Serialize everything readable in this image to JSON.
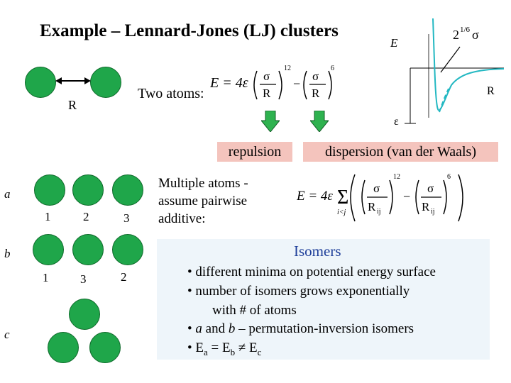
{
  "title": "Example – Lennard-Jones (LJ) clusters",
  "two_atoms": {
    "distance_label": "R",
    "label": "Two atoms:"
  },
  "formula_pair": {
    "lhs": "E = 4ε",
    "sigma": "σ",
    "r": "R",
    "exp_rep": "12",
    "exp_disp": "6"
  },
  "potential_plot": {
    "y_label": "E",
    "x_label": "R",
    "min_label": "ε",
    "zero_label_base": "2",
    "zero_label_exp": "1/6",
    "zero_label_sigma": "σ"
  },
  "terms": {
    "repulsion": "repulsion",
    "dispersion": "dispersion (van der Waals)"
  },
  "clusters": {
    "a": {
      "label": "a",
      "numbers": [
        "1",
        "2",
        "3"
      ]
    },
    "b": {
      "label": "b",
      "numbers": [
        "1",
        "3",
        "2"
      ]
    },
    "c": {
      "label": "c"
    }
  },
  "multiple_atoms_text": [
    "Multiple atoms -",
    "assume pairwise",
    "additive:"
  ],
  "formula_many": {
    "lhs": "E = 4ε",
    "sum_index": "i<j",
    "sigma": "σ",
    "r": "R",
    "r_sub": "ij",
    "exp_rep": "12",
    "exp_disp": "6"
  },
  "isomers": {
    "title": "Isomers",
    "bullet": "•",
    "line1": "different minima on potential energy surface",
    "line2": "number of isomers grows exponentially",
    "line2b": "with # of atoms",
    "line3_a": "a",
    "line3_and": "and",
    "line3_b": "b",
    "line3_rest": "– permutation-inversion isomers",
    "line4_E": "E",
    "line4_a": "a",
    "line4_eq": "= E",
    "line4_b": "b",
    "line4_ne": "≠ E",
    "line4_c": "c"
  }
}
